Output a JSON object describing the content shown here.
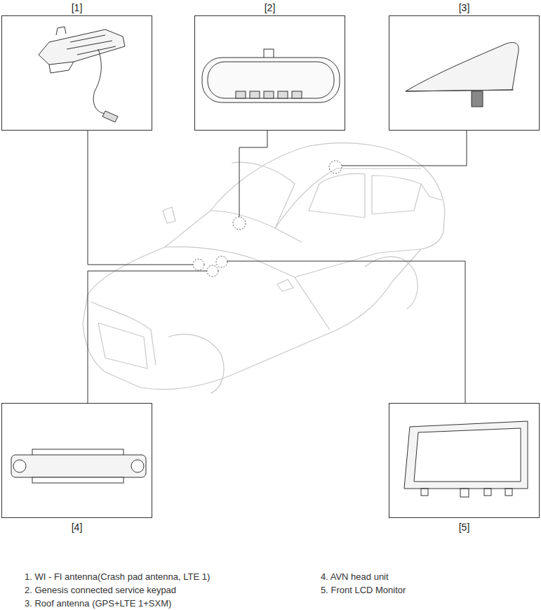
{
  "diagram": {
    "nodes": [
      {
        "text": [
          "[1]"
        ]
      },
      {
        "text": [
          "[2]"
        ]
      },
      {
        "text": [
          "[3]"
        ]
      },
      {
        "text": [
          "[4]"
        ]
      },
      {
        "text": [
          "[5]"
        ]
      }
    ],
    "labels": [
      "1. WI - FI antenna(Crash pad antenna, LTE 1)",
      "2. Genesis connected service keypad",
      "3. Roof antenna (GPS+LTE 1+SXM)",
      "4. AVN head unit",
      "5. Front LCD Monitor"
    ]
  }
}
